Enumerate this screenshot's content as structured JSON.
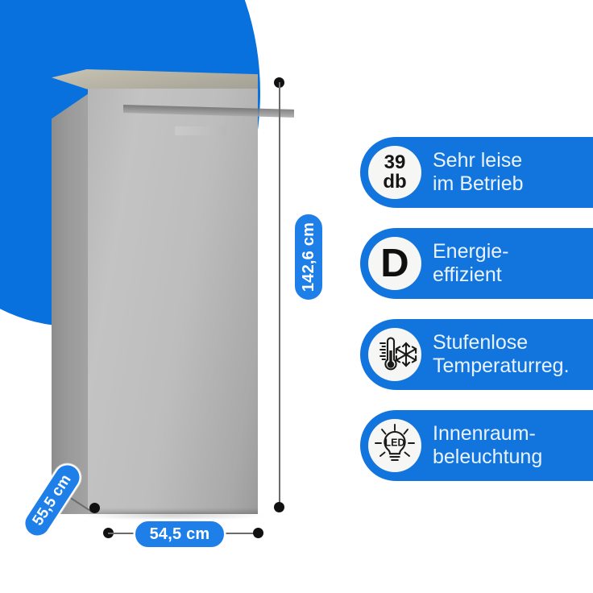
{
  "product": {
    "type": "upright-freezer-refrigerator",
    "finish": "stainless-steel-silver"
  },
  "dimensions": {
    "height": {
      "label": "142,6 cm",
      "axis": "height"
    },
    "width": {
      "label": "54,5 cm",
      "axis": "width"
    },
    "depth": {
      "label": "55,5 cm",
      "axis": "depth"
    }
  },
  "features": [
    {
      "id": "noise-level",
      "icon": "decibel-badge-icon",
      "icon_value": "39",
      "icon_unit": "db",
      "line1": "Sehr leise",
      "line2": "im Betrieb"
    },
    {
      "id": "energy-efficiency",
      "icon": "energy-grade-icon",
      "icon_value": "D",
      "line1": "Energie-",
      "line2": "effizient"
    },
    {
      "id": "temperature-control",
      "icon": "thermometer-snowflake-icon",
      "line1": "Stufenlose",
      "line2": "Temperaturreg."
    },
    {
      "id": "interior-light",
      "icon": "led-bulb-icon",
      "icon_value": "LED",
      "line1": "Innenraum-",
      "line2": "beleuchtung"
    }
  ],
  "colors": {
    "background": "#ffffff",
    "blob_blue": "#0871de",
    "badge_blue": "#1275dd",
    "pill_blue": "#1e7fe8",
    "badge_text": "#eaf3fd",
    "icon_face": "#f6f6f4",
    "dot_black": "#111111",
    "line_gray": "#6b6b6b"
  }
}
